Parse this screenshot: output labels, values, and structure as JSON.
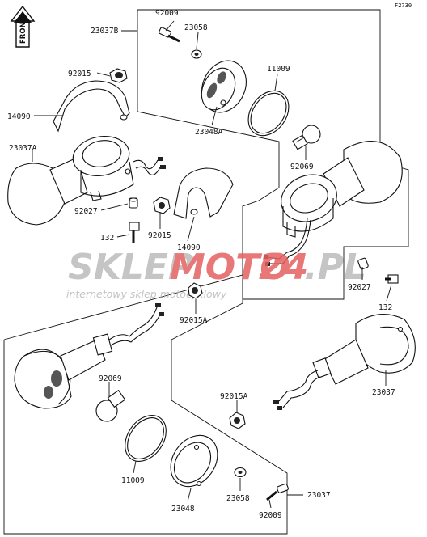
{
  "diagram": {
    "figure_code": "F2730",
    "front_label": "FRONT",
    "watermark": {
      "brand_part1": "SKLEP",
      "brand_part2": "MOTO",
      "brand_part3": "24",
      "brand_part4": ".PL",
      "tagline": "internetowy sklep motocyklowy",
      "color_gray": "#bcbcbc",
      "color_red": "#e46060"
    },
    "labels": {
      "top_92009": "92009",
      "top_23037B": "23037B",
      "top_23058": "23058",
      "top_11009": "11009",
      "top_23048A": "23048A",
      "top_92069": "92069",
      "left_92015": "92015",
      "left_14090": "14090",
      "left_23037A": "23037A",
      "mid_92027": "92027",
      "mid_132": "132",
      "mid_92015": "92015",
      "mid_14090": "14090",
      "right_92027": "92027",
      "right_132": "132",
      "center_92015A": "92015A",
      "low_92069": "92069",
      "low_11009": "11009",
      "low_23048": "23048",
      "low_23058": "23058",
      "low_92009": "92009",
      "low_23037": "23037",
      "right_92015A": "92015A",
      "right_23037": "23037"
    }
  }
}
